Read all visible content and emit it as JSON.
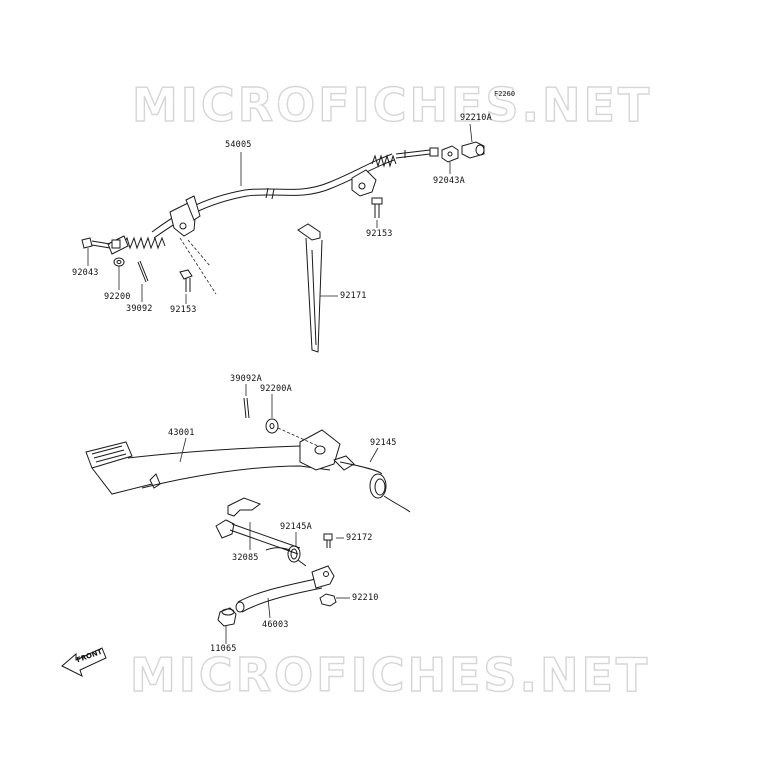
{
  "watermark": {
    "top": "MICROFICHES.NET",
    "bottom": "MICROFICHES.NET"
  },
  "figure_code": "F2260",
  "front_label": "FRONT",
  "parts": {
    "p54005": "54005",
    "p92210A": "92210A",
    "p92043A": "92043A",
    "p92153_right": "92153",
    "p92043": "92043",
    "p92200": "92200",
    "p39092": "39092",
    "p92153_left": "92153",
    "p92171": "92171",
    "p39092A": "39092A",
    "p92200A": "92200A",
    "p43001": "43001",
    "p92145": "92145",
    "p92145A": "92145A",
    "p92172": "92172",
    "p32085": "32085",
    "p92210": "92210",
    "p46003": "46003",
    "p11065": "11065"
  }
}
